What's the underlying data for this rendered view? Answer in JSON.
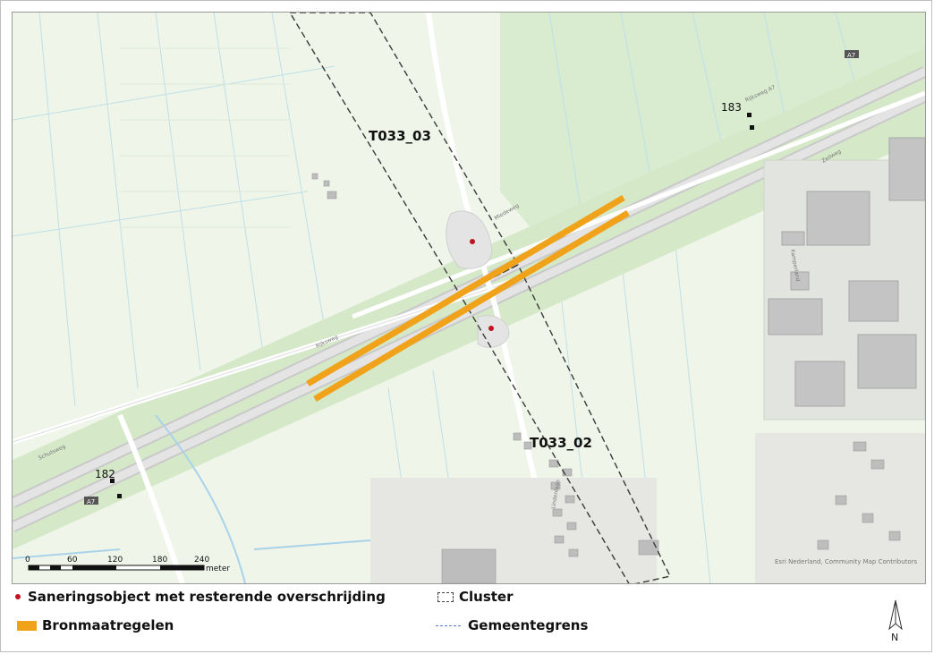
{
  "map": {
    "cluster_labels": [
      "T033_03",
      "T033_02"
    ],
    "hectometer_markers": [
      "183",
      "182"
    ],
    "road_shields": [
      "A7",
      "A7"
    ],
    "street_names": [
      "Rijksweg A7",
      "Zeilweg",
      "Miedeweg",
      "Rijksweg",
      "Schutsweg",
      "Lindenlaan",
      "Kamperland"
    ],
    "scalebar": {
      "ticks": [
        "0",
        "60",
        "120",
        "180",
        "240"
      ],
      "unit": "meter"
    },
    "attribution": "Esri Nederland, Community Map Contributors"
  },
  "legend": {
    "saneringsobject": "Saneringsobject met resterende overschrijding",
    "cluster": "Cluster",
    "bronmaatregelen": "Bronmaatregelen",
    "gemeentegrens": "Gemeentegrens"
  },
  "north_arrow": "N",
  "colors": {
    "bronmaatregelen": "#f0a21b",
    "saneringsobject": "#c1121f",
    "gemeentegrens": "#5b7fc9",
    "background": "#eef4e6",
    "field": "#d9ecd0",
    "water": "#a9d3ea"
  }
}
